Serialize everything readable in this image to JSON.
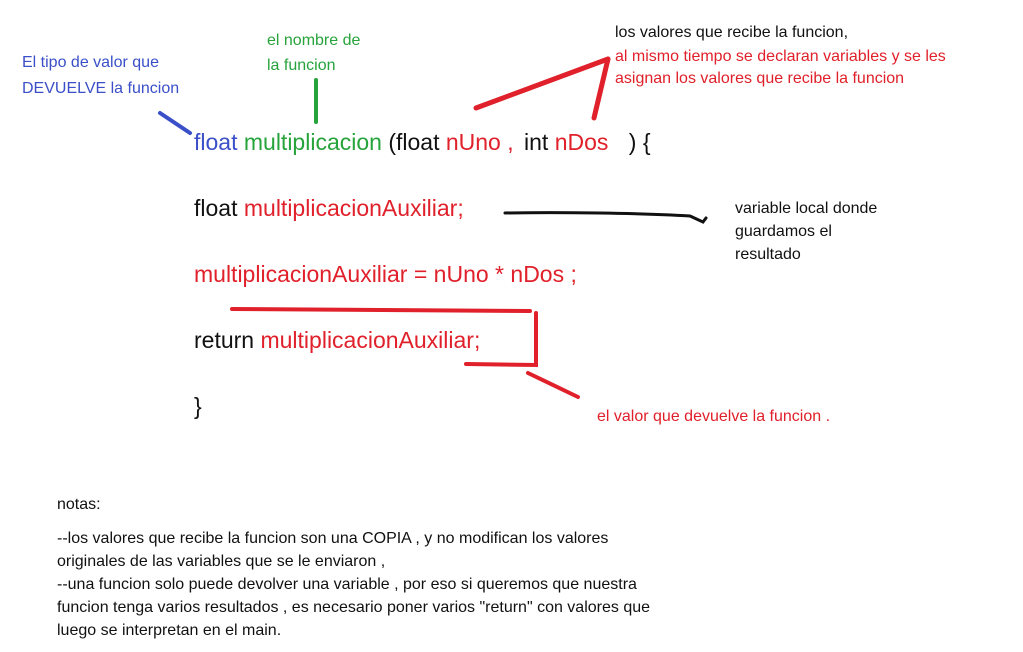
{
  "annotations": {
    "return_type_note": [
      "El tipo de valor que",
      "DEVUELVE la funcion"
    ],
    "function_name_note": [
      "el nombre de",
      "la funcion"
    ],
    "params_note": {
      "line1": "los valores que recibe la funcion,",
      "line2": "al mismo tiempo se declaran variables y se les",
      "line3": "asignan los valores que recibe la funcion"
    },
    "local_var_note": [
      "variable local donde",
      "guardamos el",
      "resultado"
    ],
    "return_value_note": "el valor que devuelve la funcion ."
  },
  "code": {
    "line1": {
      "type": "float",
      "name": "multiplicacion",
      "open": "(float",
      "p1": "nUno ,",
      "int": "int",
      "p2": "nDos",
      "close": ") {"
    },
    "line2": {
      "type": "float",
      "var": "multiplicacionAuxiliar;"
    },
    "line3": "multiplicacionAuxiliar = nUno * nDos ;",
    "line4": {
      "kw": "return",
      "var": "multiplicacionAuxiliar;"
    },
    "line5": "}"
  },
  "notes": {
    "title": "notas:",
    "lines": [
      "--los valores que recibe la funcion son una COPIA , y no modifican los valores",
      "originales de las variables que se le enviaron ,",
      "--una funcion solo puede devolver una variable , por eso si queremos que nuestra",
      "funcion tenga varios resultados , es necesario poner varios \"return\" con valores que",
      "luego se interpretan en el main."
    ]
  },
  "colors": {
    "blue": "#3a4fc8",
    "green": "#27a33b",
    "red": "#e0202a",
    "black": "#111111"
  }
}
